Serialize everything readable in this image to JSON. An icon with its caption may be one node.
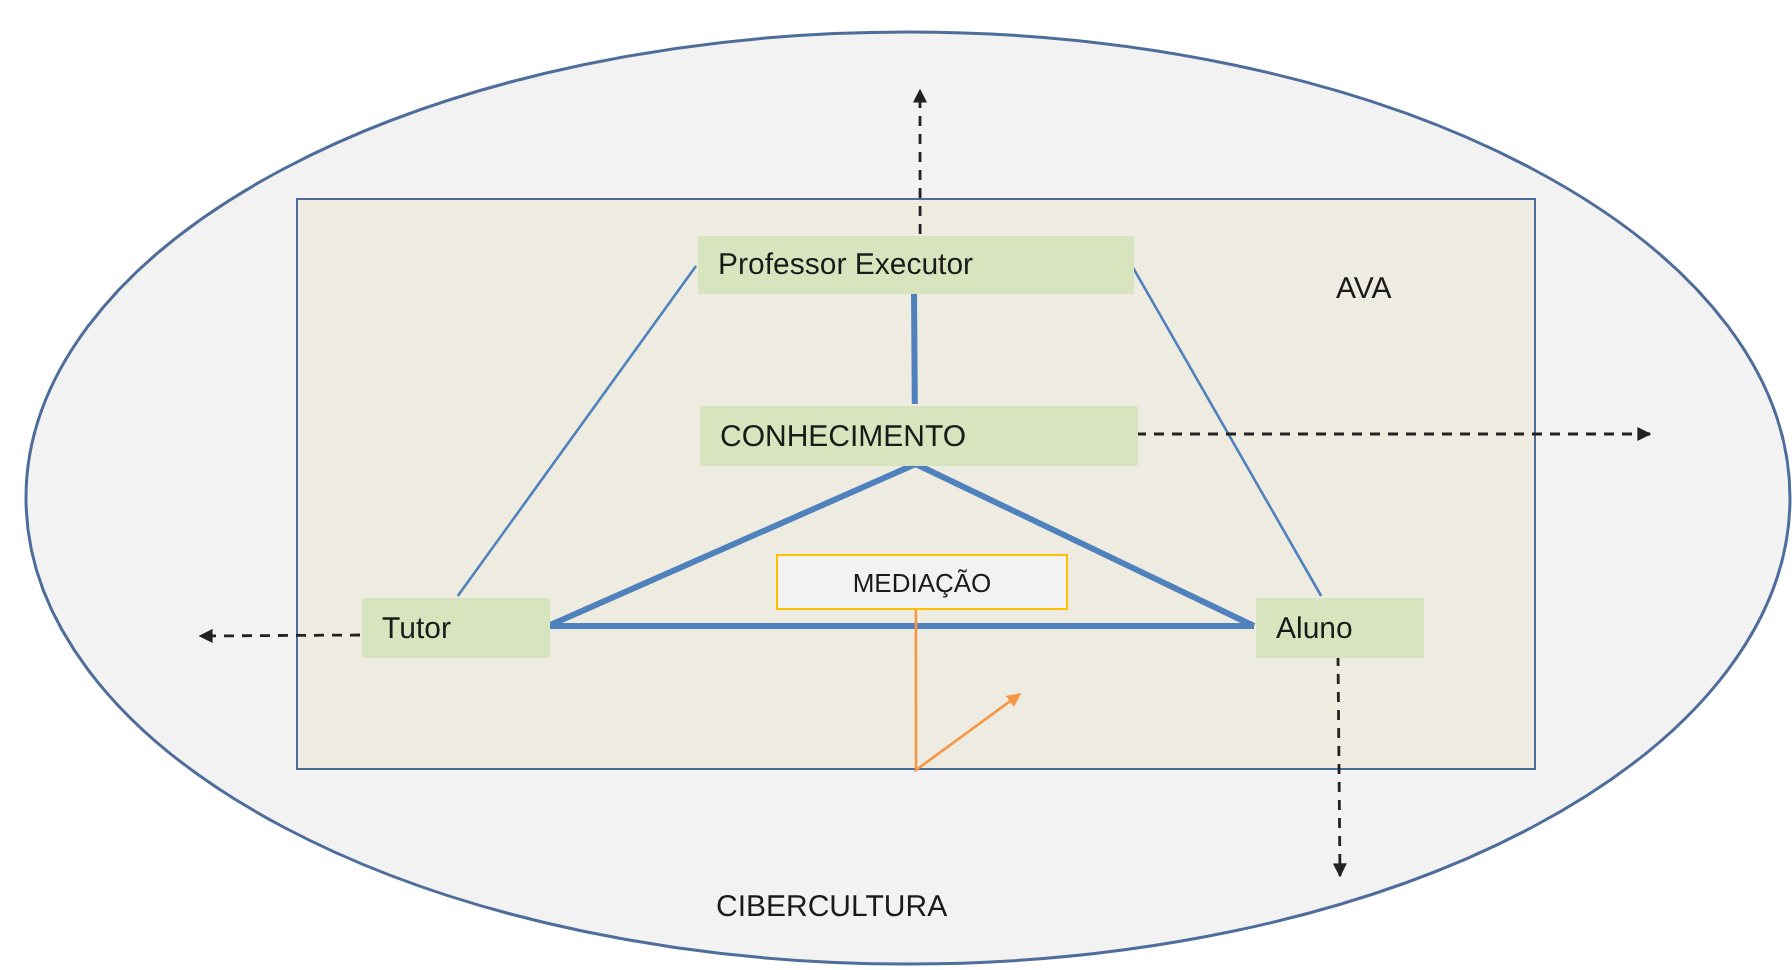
{
  "diagram": {
    "nodes": [
      {
        "text": [
          "CIBERCULTURA"
        ]
      },
      {
        "text": [
          "AVA"
        ],
        "in": 0
      },
      {
        "text": [
          "Professor Executor"
        ],
        "in": 1
      },
      {
        "text": [
          "CONHECIMENTO"
        ],
        "in": 1
      },
      {
        "text": [
          "MEDIAÇÃO"
        ],
        "in": 1
      },
      {
        "text": [
          "Tutor"
        ],
        "in": 1
      },
      {
        "text": [
          "Aluno"
        ],
        "in": 1
      }
    ],
    "edges": [
      {
        "from": 2,
        "to": 3,
        "arrow": "none",
        "style": "thick"
      },
      {
        "from": 2,
        "to": 5,
        "arrow": "none"
      },
      {
        "from": 2,
        "to": 6,
        "arrow": "none"
      },
      {
        "from": 3,
        "to": 5,
        "arrow": "none",
        "style": "thick"
      },
      {
        "from": 3,
        "to": 6,
        "arrow": "none",
        "style": "thick"
      },
      {
        "from": 5,
        "to": 6,
        "arrow": "none",
        "style": "thick"
      },
      {
        "from": 2,
        "to": null,
        "arrow": "to",
        "style": "dashed",
        "color": "#222222"
      },
      {
        "from": 3,
        "to": null,
        "arrow": "to",
        "style": "dashed",
        "color": "#222222"
      },
      {
        "from": 5,
        "to": null,
        "arrow": "to",
        "style": "dashed",
        "color": "#222222"
      },
      {
        "from": 6,
        "to": null,
        "arrow": "to",
        "style": "dashed",
        "color": "#222222"
      },
      {
        "from": 4,
        "to": null,
        "arrow": "to",
        "color": "#f79646"
      }
    ]
  }
}
